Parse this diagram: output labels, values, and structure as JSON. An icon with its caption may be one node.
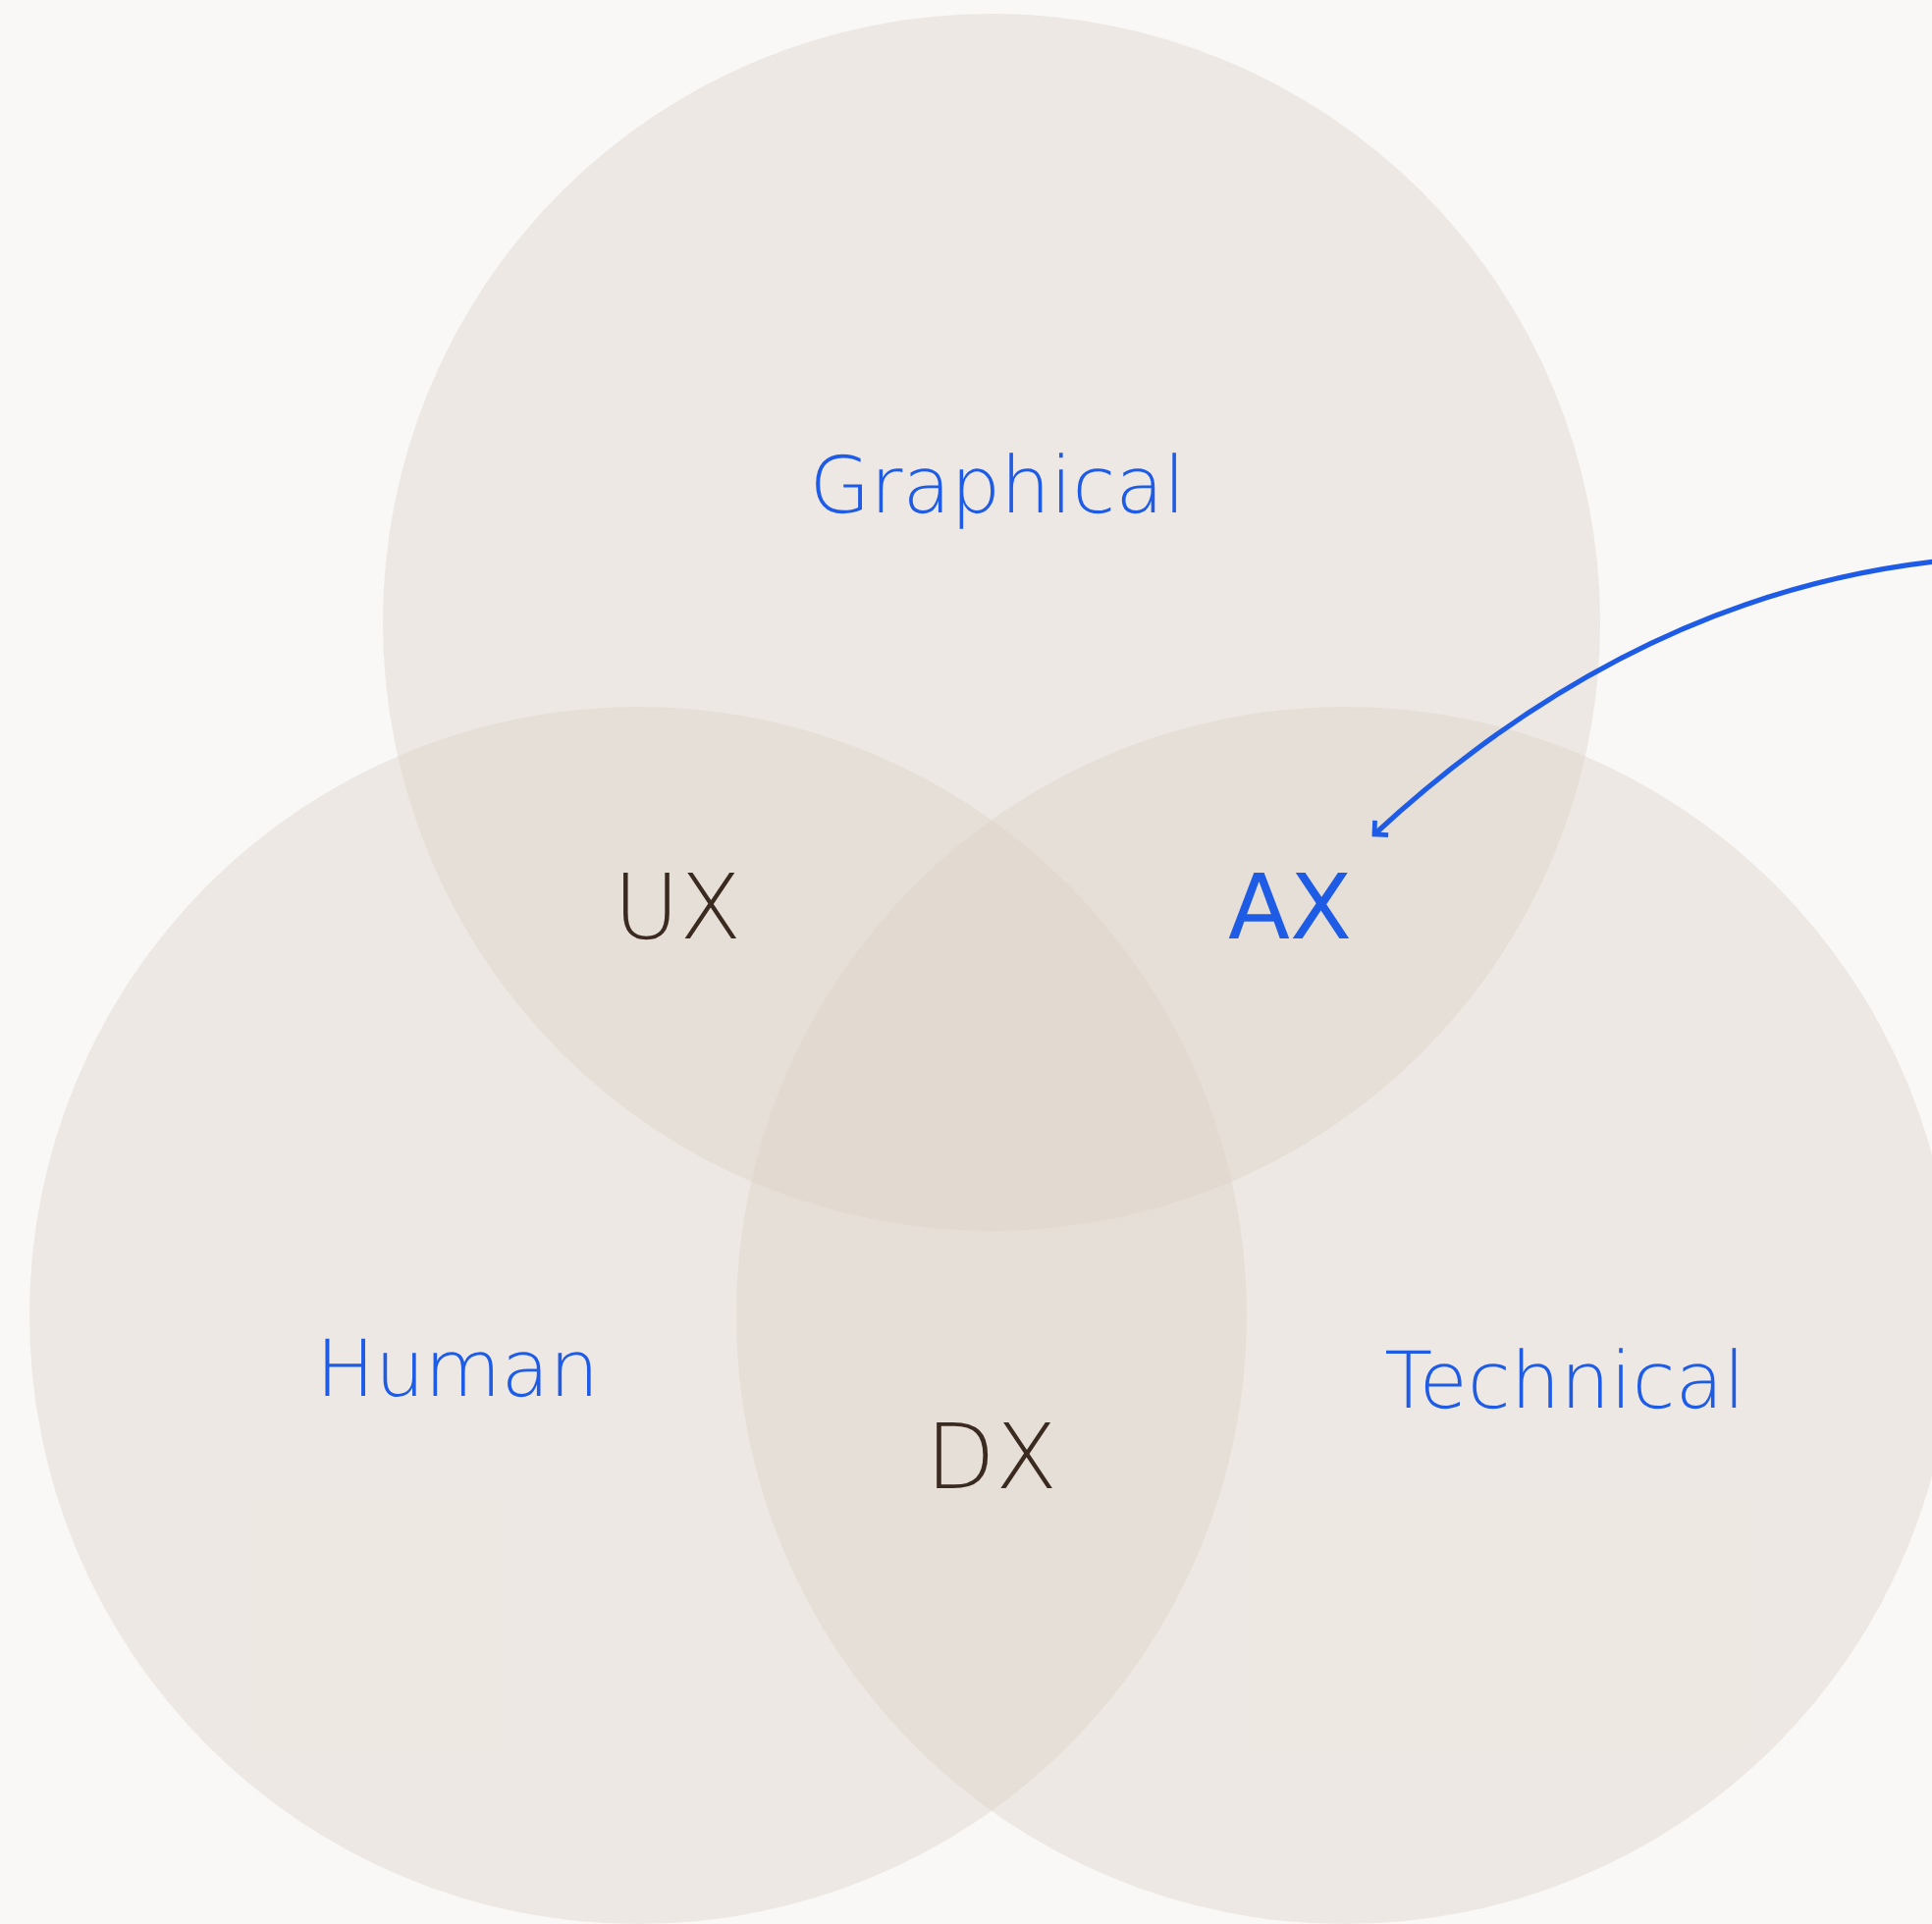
{
  "diagram": {
    "nodes": [
      {
        "text": [
          "Graphical"
        ]
      },
      {
        "text": [
          "Human"
        ]
      },
      {
        "text": [
          "Technical"
        ]
      },
      {
        "text": [
          "AX"
        ]
      }
    ],
    "edges": [
      {
        "from": null,
        "to": 3,
        "arrow": "to"
      }
    ],
    "labels": [
      "UX",
      "DX"
    ]
  }
}
